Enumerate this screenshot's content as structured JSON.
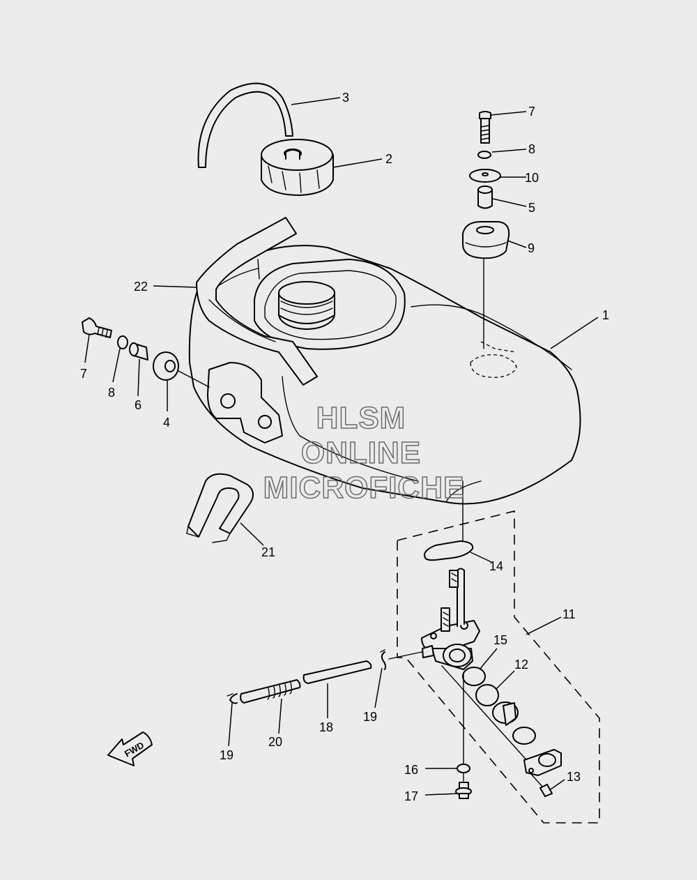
{
  "watermark": {
    "line1": "HLSM",
    "line2": "ONLINE",
    "line3": "MICROFICHE"
  },
  "direction_label": "FWD",
  "callouts": [
    "1",
    "2",
    "3",
    "4",
    "5",
    "6",
    "7",
    "7",
    "8",
    "8",
    "9",
    "10",
    "11",
    "12",
    "13",
    "14",
    "15",
    "16",
    "17",
    "18",
    "19",
    "19",
    "20",
    "21",
    "22"
  ]
}
